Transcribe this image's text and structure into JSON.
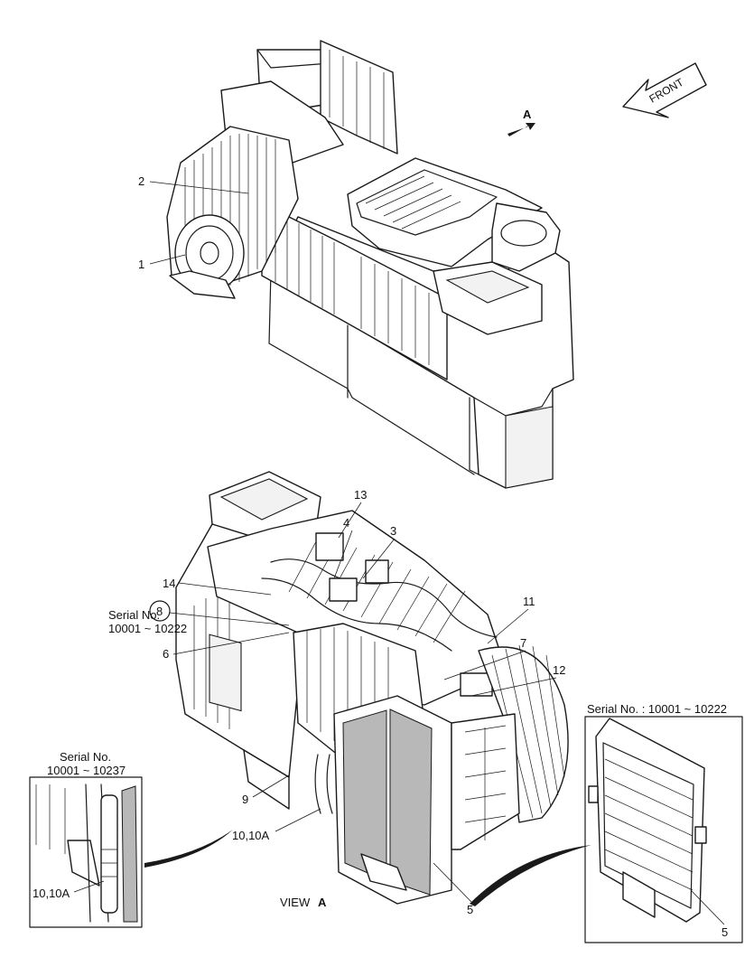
{
  "front_arrow": {
    "text": "FRONT"
  },
  "view_indicator": {
    "letter": "A"
  },
  "view_caption": {
    "prefix": "VIEW",
    "letter": "A"
  },
  "callouts": {
    "c1": "1",
    "c2": "2",
    "c3": "3",
    "c4": "4",
    "c5a": "5",
    "c5b": "5",
    "c6": "6",
    "c7": "7",
    "c8": "8",
    "c9": "9",
    "c10a": "10,10A",
    "c10b": "10,10A",
    "c11": "11",
    "c12": "12",
    "c13": "13",
    "c14": "14"
  },
  "serial_notes": {
    "main": {
      "line1": "Serial No.",
      "line2": "10001 ~ 10222"
    },
    "left_inset": {
      "line1": "Serial No.",
      "line2": "10001 ~ 10237"
    },
    "right_inset": {
      "line1": "Serial No. : 10001 ~ 10222"
    }
  }
}
